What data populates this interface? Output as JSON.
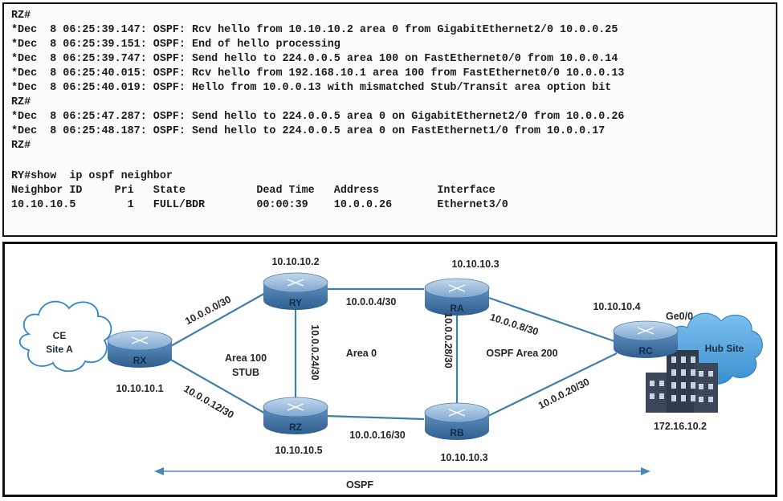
{
  "terminal": {
    "lines": [
      "RZ#",
      "*Dec  8 06:25:39.147: OSPF: Rcv hello from 10.10.10.2 area 0 from GigabitEthernet2/0 10.0.0.25",
      "*Dec  8 06:25:39.151: OSPF: End of hello processing",
      "*Dec  8 06:25:39.747: OSPF: Send hello to 224.0.0.5 area 100 on FastEthernet0/0 from 10.0.0.14",
      "*Dec  8 06:25:40.015: OSPF: Rcv hello from 192.168.10.1 area 100 from FastEthernet0/0 10.0.0.13",
      "*Dec  8 06:25:40.019: OSPF: Hello from 10.0.0.13 with mismatched Stub/Transit area option bit",
      "RZ#",
      "*Dec  8 06:25:47.287: OSPF: Send hello to 224.0.0.5 area 0 on GigabitEthernet2/0 from 10.0.0.26",
      "*Dec  8 06:25:48.187: OSPF: Send hello to 224.0.0.5 area 0 on FastEthernet1/0 from 10.0.0.17",
      "RZ#",
      "",
      "RY#show  ip ospf neighbor",
      "Neighbor ID     Pri   State           Dead Time   Address         Interface",
      "10.10.10.5        1   FULL/BDR        00:00:39    10.0.0.26       Ethernet3/0"
    ]
  },
  "diagram": {
    "routers": {
      "RX": {
        "name": "RX",
        "ip": "10.10.10.1"
      },
      "RY": {
        "name": "RY",
        "ip": "10.10.10.2"
      },
      "RZ": {
        "name": "RZ",
        "ip": "10.10.10.5"
      },
      "RA": {
        "name": "RA",
        "ip": "10.10.10.3"
      },
      "RB": {
        "name": "RB",
        "ip": "10.10.10.3"
      },
      "RC": {
        "name": "RC",
        "ip": "10.10.10.4",
        "port": "Ge0/0"
      }
    },
    "links": {
      "rx_ry": "10.0.0.0/30",
      "rx_rz": "10.0.0.12/30",
      "ry_rz": "10.0.0.24/30",
      "ry_ra": "10.0.0.4/30",
      "ra_rb": "10.0.0.28/30",
      "rz_rb": "10.0.0.16/30",
      "ra_rc": "10.0.0.8/30",
      "rb_rc": "10.0.0.20/30"
    },
    "areas": {
      "area100_line1": "Area 100",
      "area100_line2": "STUB",
      "area0": "Area 0",
      "area200": "OSPF Area 200"
    },
    "ce_cloud": {
      "line1": "CE",
      "line2": "Site A"
    },
    "hub_cloud": {
      "label": "Hub Site",
      "ip": "172.16.10.2"
    },
    "ospf_label": "OSPF",
    "colors": {
      "router_top": "#8fb3d6",
      "router_side": "#3f6f9e",
      "cloud_fill": "#5fa8dc",
      "link": "#3d7fa8"
    }
  }
}
